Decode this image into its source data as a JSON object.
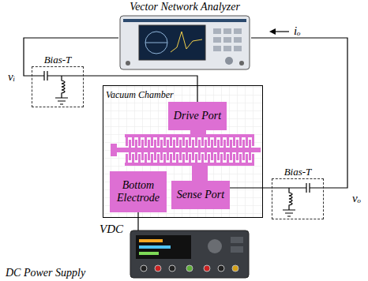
{
  "diagram": {
    "nodes": [
      {
        "text": [
          "Vector Network Analyzer"
        ]
      },
      {
        "text": [
          "Bias-T"
        ]
      },
      {
        "text": [
          "Vacuum Chamber"
        ]
      },
      {
        "text": [
          "Drive Port"
        ],
        "in": 2
      },
      {
        "text": [
          "Bottom Electrode"
        ],
        "in": 2
      },
      {
        "text": [
          "Sense Port"
        ],
        "in": 2
      },
      {
        "text": [
          "Bias-T"
        ]
      },
      {
        "text": [
          "DC Power Supply"
        ]
      }
    ],
    "edges": [
      {
        "from": 0,
        "to": 1,
        "arrow": "none"
      },
      {
        "from": 1,
        "to": 3,
        "arrow": "none"
      },
      {
        "from": 5,
        "to": 6,
        "arrow": "none"
      },
      {
        "from": 6,
        "to": 0,
        "arrow": "none"
      },
      {
        "from": 7,
        "to": 4,
        "arrow": "none"
      }
    ],
    "labels": [
      "vᵢ",
      "iₒ",
      "vₒ",
      "VDC"
    ]
  }
}
